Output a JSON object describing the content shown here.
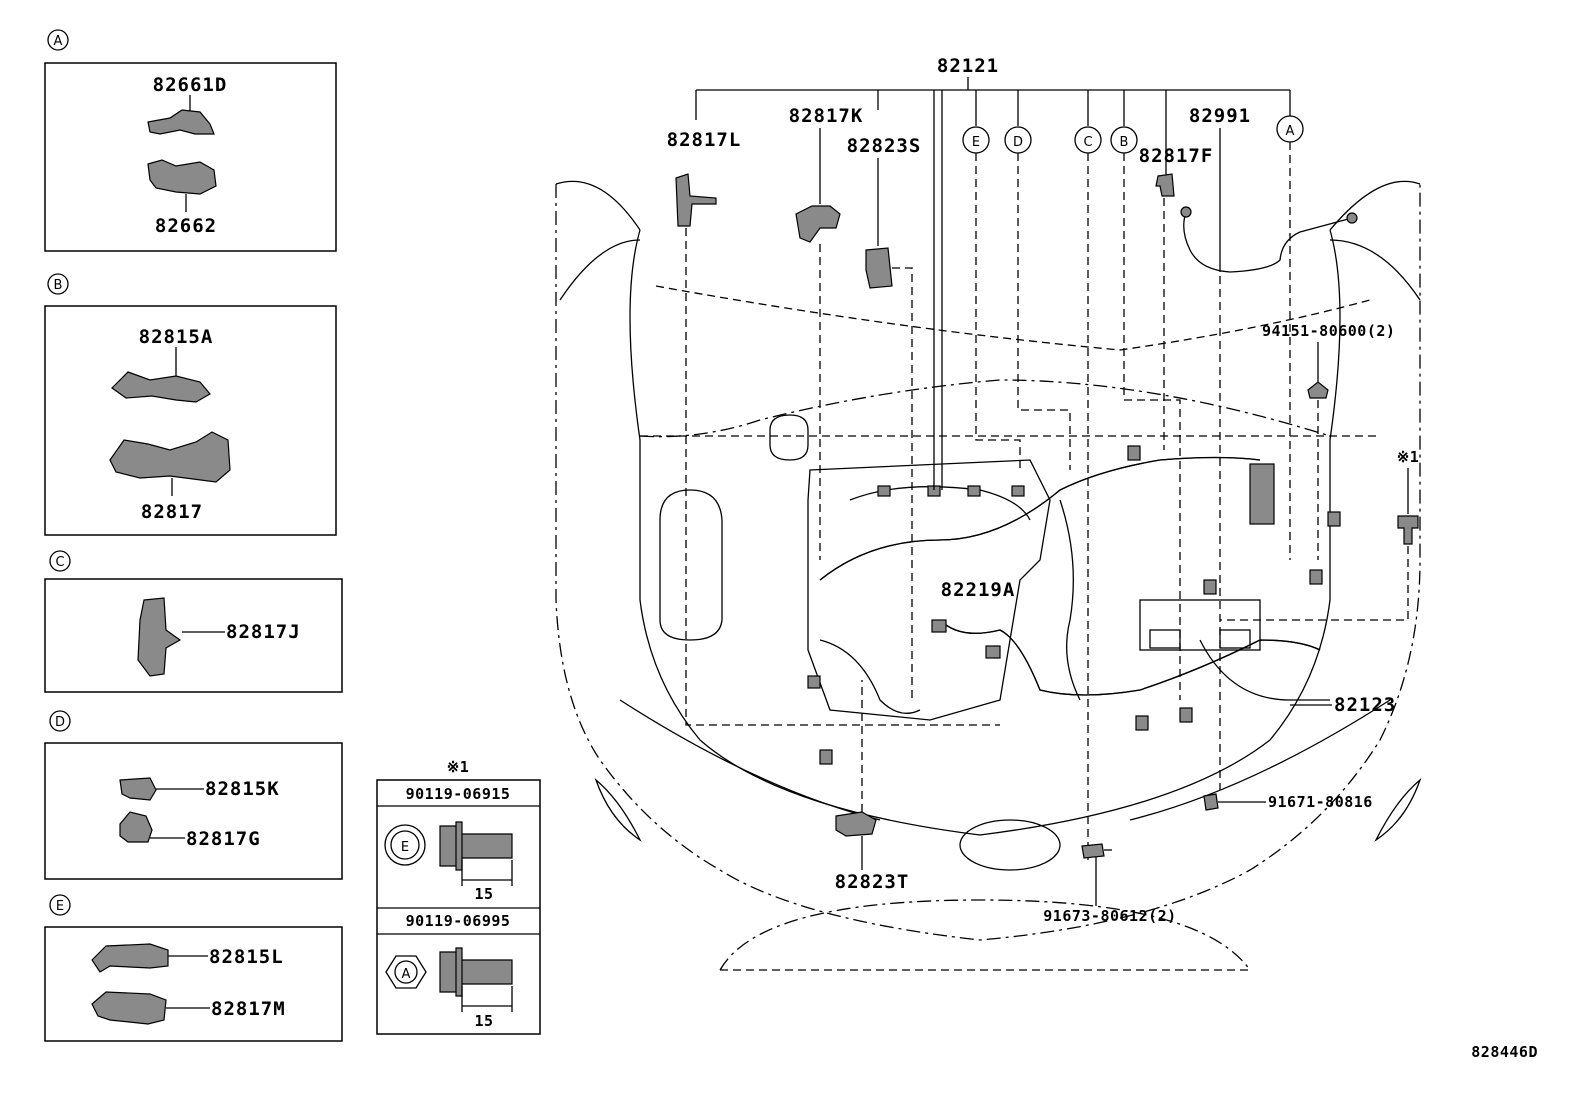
{
  "insets": {
    "A": {
      "marker": "A",
      "top_part": "82661D",
      "bottom_part": "82662"
    },
    "B": {
      "marker": "B",
      "top_part": "82815A",
      "bottom_part": "82817"
    },
    "C": {
      "marker": "C",
      "part": "82817J"
    },
    "D": {
      "marker": "D",
      "top_part": "82815K",
      "bottom_part": "82817G"
    },
    "E": {
      "marker": "E",
      "top_part": "82815L",
      "bottom_part": "82817M"
    }
  },
  "bolt_table": {
    "note_mark": "※1",
    "rows": [
      {
        "part": "90119-06915",
        "head_mark": "E",
        "dimension": "15"
      },
      {
        "part": "90119-06995",
        "head_mark": "A",
        "dimension": "15"
      }
    ]
  },
  "main": {
    "harness": "82121",
    "labels": {
      "p82817L": "82817L",
      "p82817K": "82817K",
      "p82823S": "82823S",
      "p82991": "82991",
      "p82817F": "82817F",
      "p94151": "94151-80600(2)",
      "note1": "※1",
      "p82219A": "82219A",
      "p82123": "82123",
      "p91671": "91671-80816",
      "p82823T": "82823T",
      "p91673": "91673-80612(2)"
    },
    "markers": {
      "E": "E",
      "D": "D",
      "C": "C",
      "B": "B",
      "A": "A"
    }
  },
  "figure_code": "828446D"
}
